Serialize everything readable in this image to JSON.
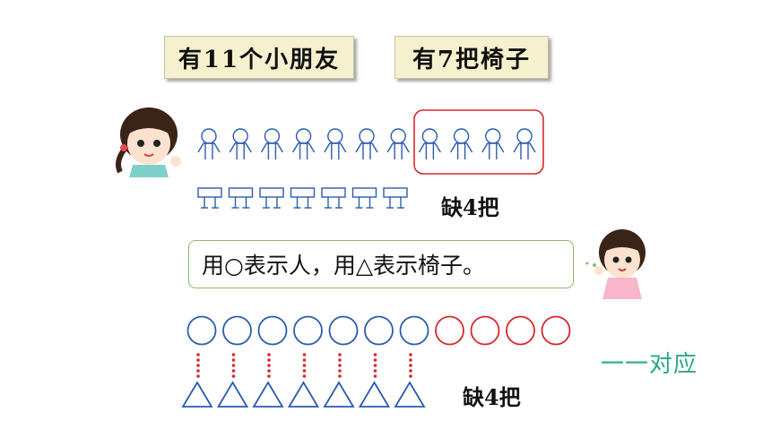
{
  "boxes": {
    "kids": "有11个小朋友",
    "chairs": "有7把椅子"
  },
  "top_missing": "缺4把",
  "speech": "用○表示人，用△表示椅子。",
  "bottom_missing": "缺4把",
  "correspondence": "一一对应",
  "counts": {
    "people": 11,
    "chairs": 7,
    "missing": 4
  },
  "colors": {
    "blue": "#2a5bb0",
    "red": "#d9262b",
    "box": "#f5f0cd",
    "accent": "#2aa88a"
  }
}
